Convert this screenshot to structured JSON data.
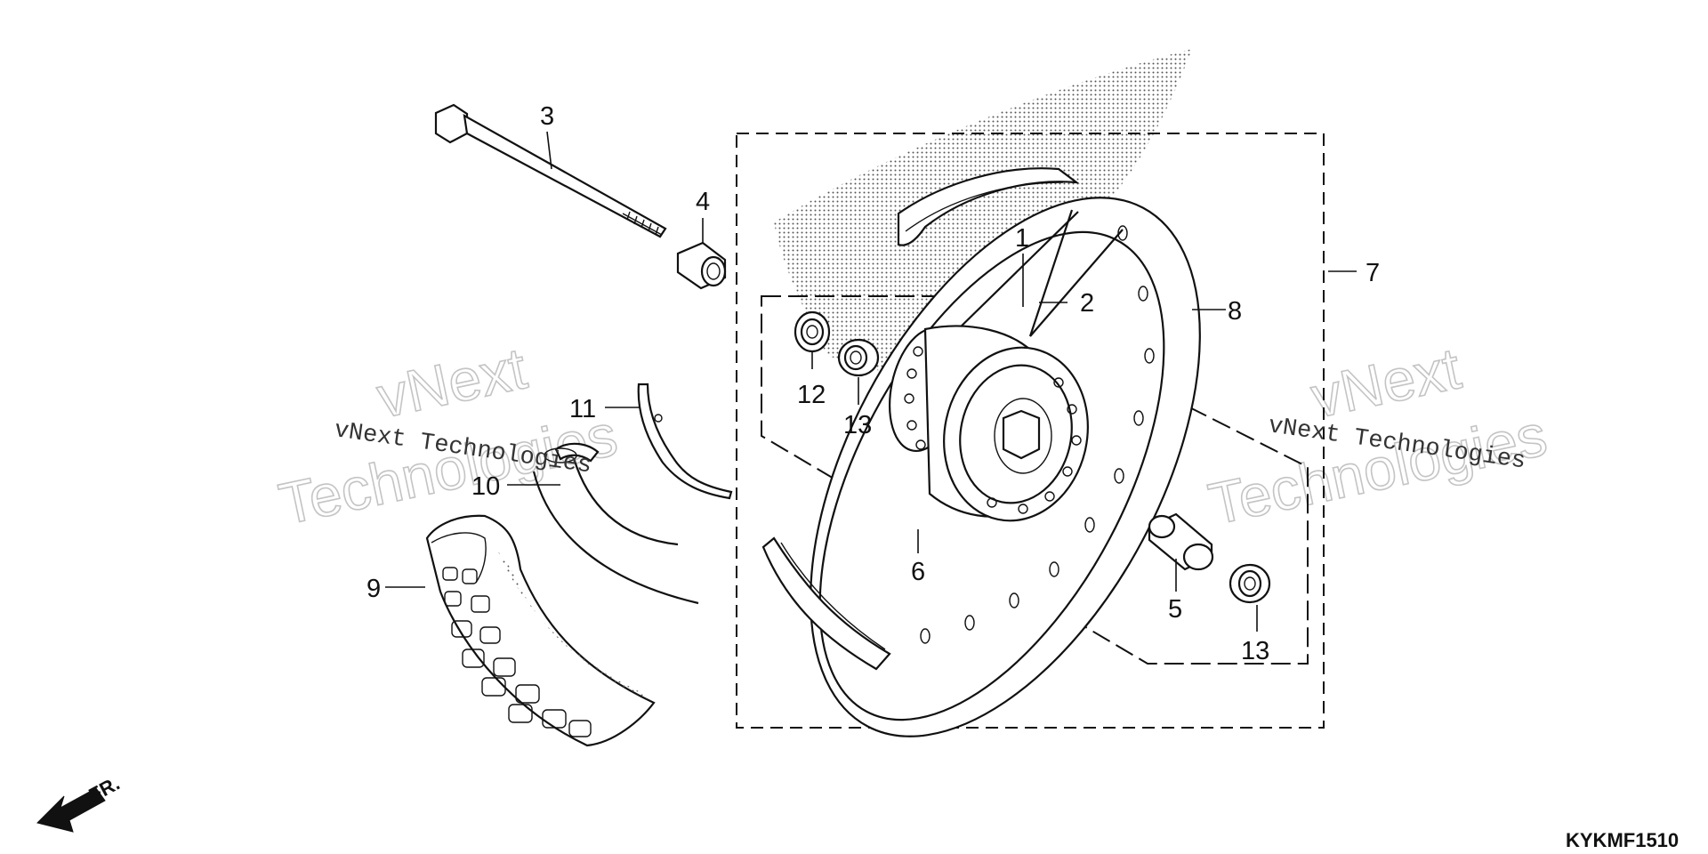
{
  "diagram": {
    "drawing_code": "KYKMF1510",
    "direction_label": "FR.",
    "watermark": {
      "line1": "vNext",
      "line2": "Technologies",
      "caption": "vNext Technologies"
    },
    "callouts": [
      {
        "id": "c1",
        "text": "1"
      },
      {
        "id": "c2",
        "text": "2"
      },
      {
        "id": "c3",
        "text": "3"
      },
      {
        "id": "c4",
        "text": "4"
      },
      {
        "id": "c5",
        "text": "5"
      },
      {
        "id": "c6",
        "text": "6"
      },
      {
        "id": "c7",
        "text": "7"
      },
      {
        "id": "c8",
        "text": "8"
      },
      {
        "id": "c9",
        "text": "9"
      },
      {
        "id": "c10",
        "text": "10"
      },
      {
        "id": "c11",
        "text": "11"
      },
      {
        "id": "c12",
        "text": "12"
      },
      {
        "id": "c13a",
        "text": "13"
      },
      {
        "id": "c13b",
        "text": "13"
      }
    ]
  }
}
